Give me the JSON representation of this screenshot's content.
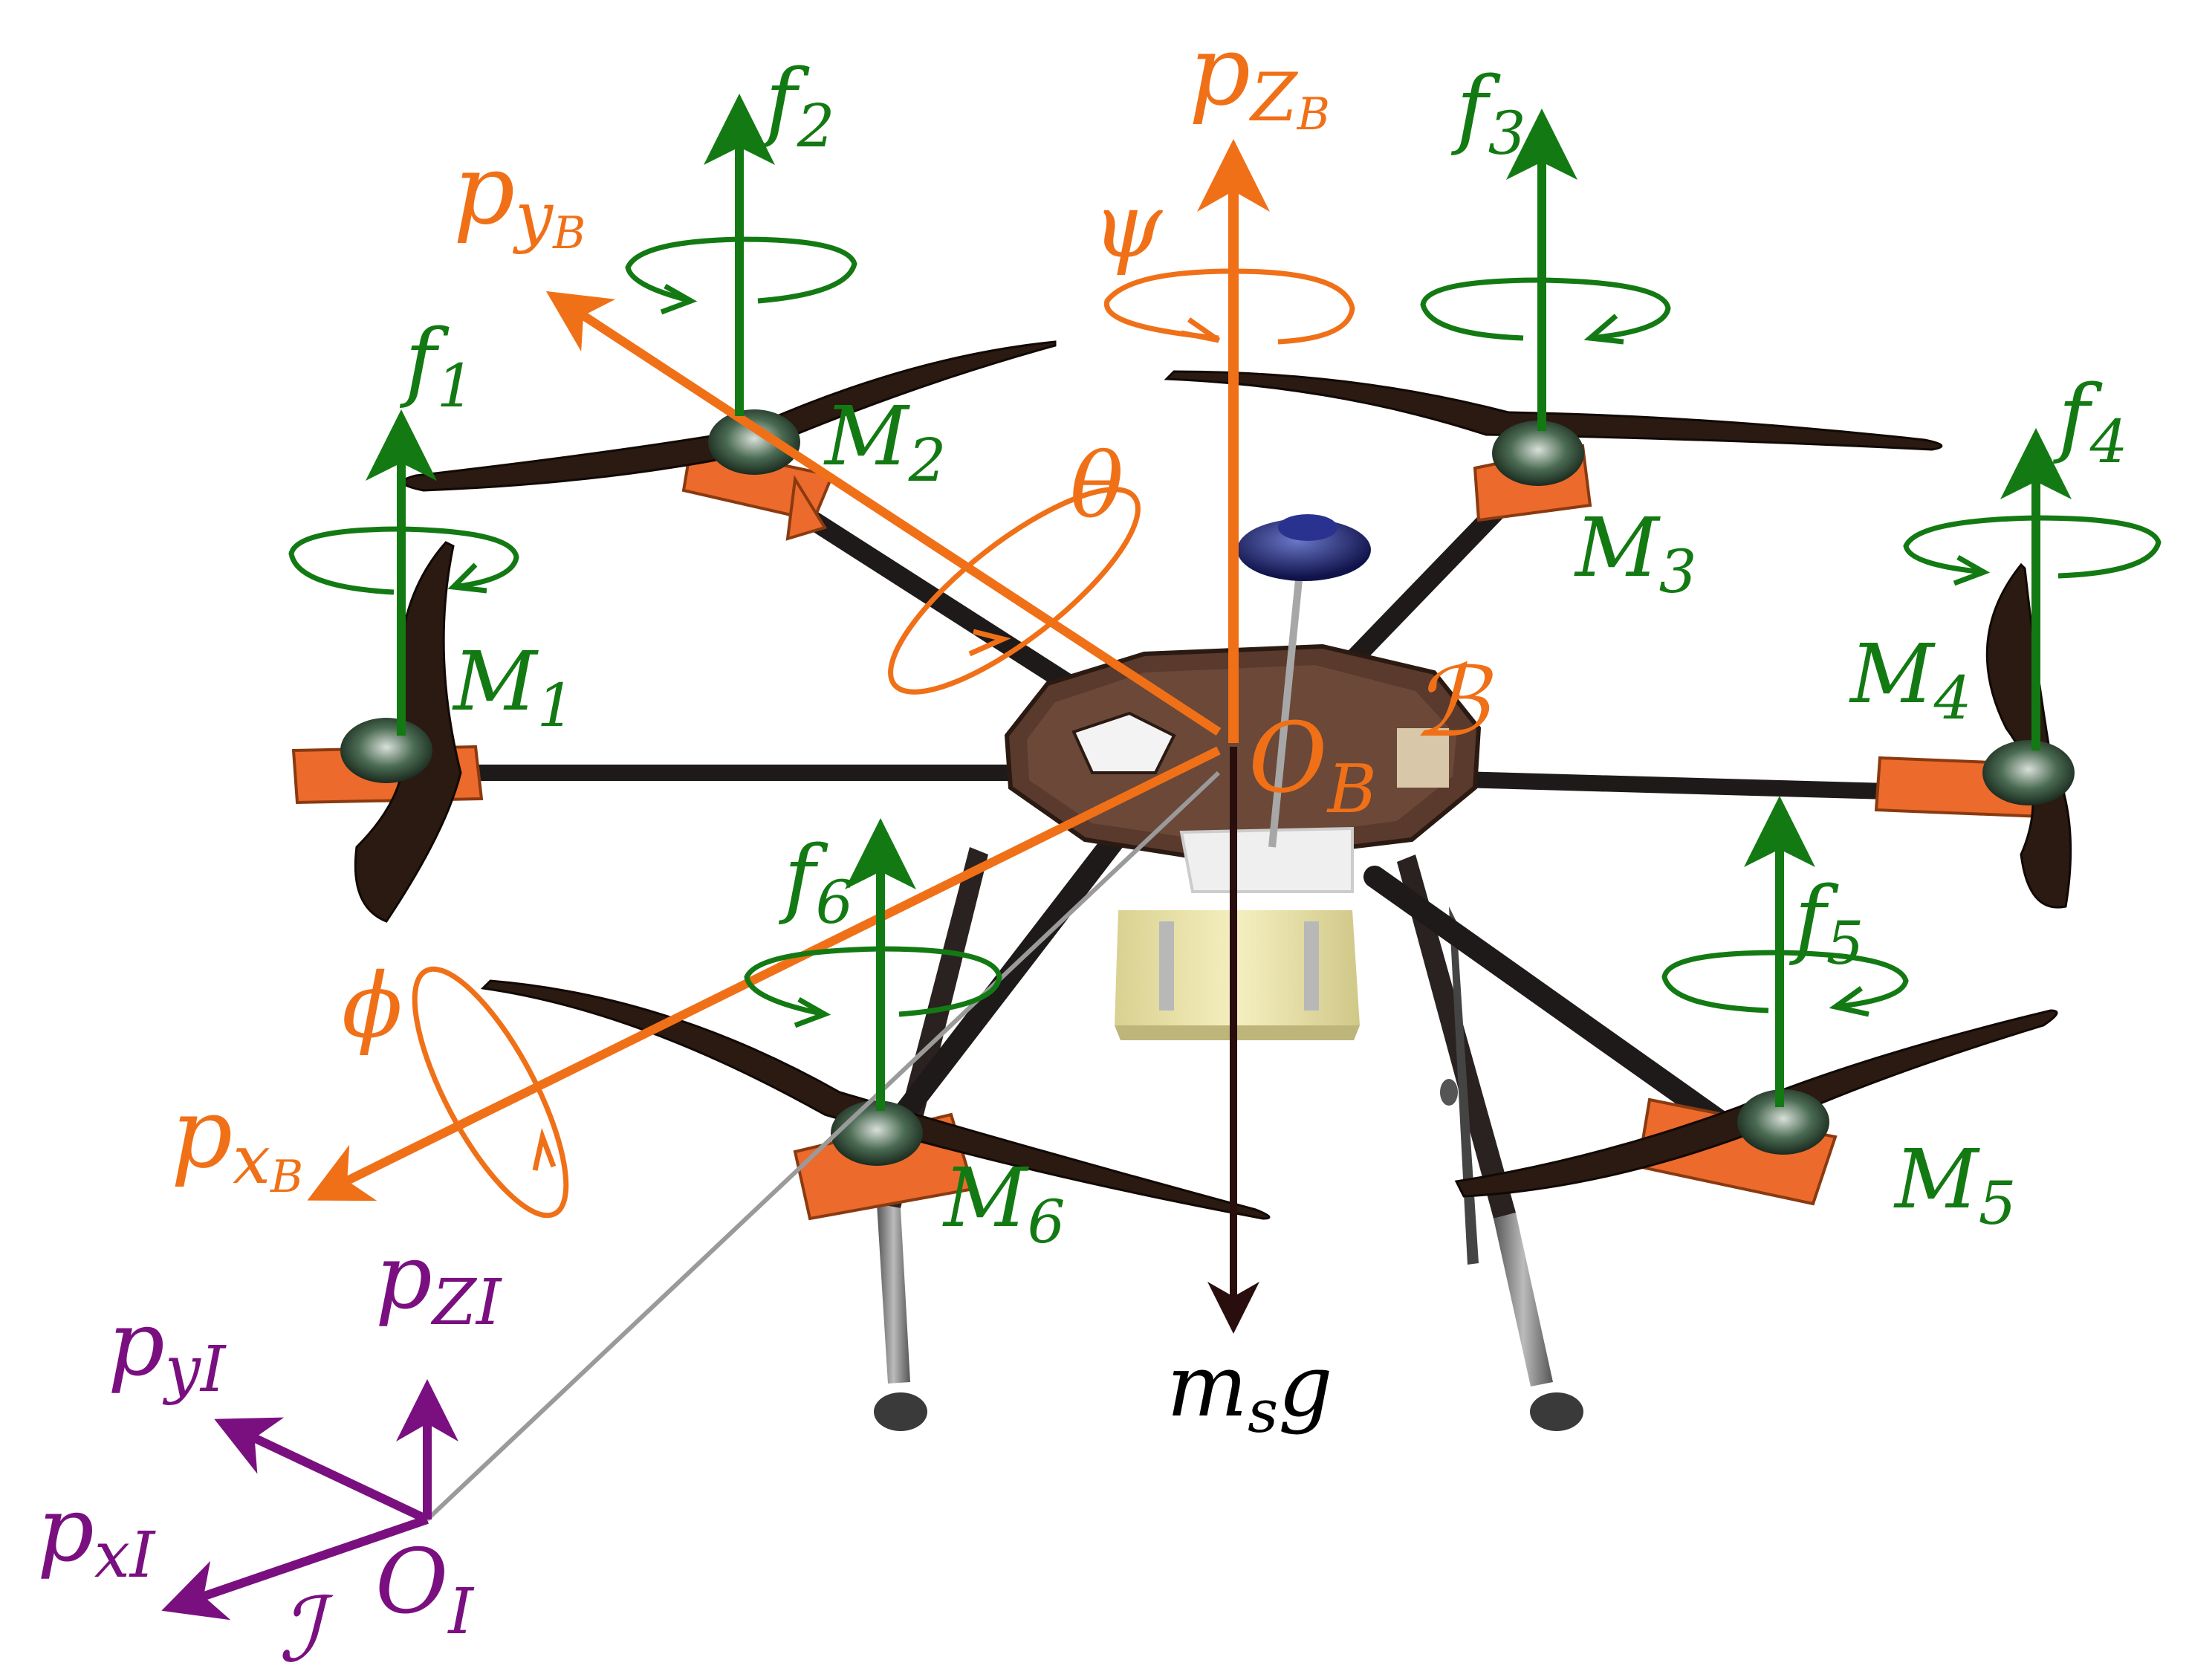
{
  "colors": {
    "thrust": "#137a13",
    "body_frame": "#f07018",
    "inertial_frame": "#7a1080",
    "gravity": "#2a0e0e",
    "arm": "#1e1a1a",
    "motor_mount": "#ec6a2c",
    "propeller": "#2b1a12",
    "payload": "#efe7a8"
  },
  "motors": [
    {
      "id": "1",
      "label": "M",
      "sub": "1",
      "force": "f",
      "force_sub": "1"
    },
    {
      "id": "2",
      "label": "M",
      "sub": "2",
      "force": "f",
      "force_sub": "2"
    },
    {
      "id": "3",
      "label": "M",
      "sub": "3",
      "force": "f",
      "force_sub": "3"
    },
    {
      "id": "4",
      "label": "M",
      "sub": "4",
      "force": "f",
      "force_sub": "4"
    },
    {
      "id": "5",
      "label": "M",
      "sub": "5",
      "force": "f",
      "force_sub": "5"
    },
    {
      "id": "6",
      "label": "M",
      "sub": "6",
      "force": "f",
      "force_sub": "6"
    }
  ],
  "body_frame": {
    "x_axis": {
      "main": "p",
      "sub": "x",
      "subsub": "B"
    },
    "y_axis": {
      "main": "p",
      "sub": "y",
      "subsub": "B"
    },
    "z_axis": {
      "main": "p",
      "sub": "Z",
      "subsub": "B"
    },
    "roll": "ϕ",
    "pitch": "θ",
    "yaw": "ψ",
    "origin": {
      "main": "O",
      "sub": "B"
    },
    "frame_name": "ℬ"
  },
  "inertial_frame": {
    "x_axis": {
      "main": "p",
      "sub": "xI"
    },
    "y_axis": {
      "main": "p",
      "sub": "yI"
    },
    "z_axis": {
      "main": "p",
      "sub": "ZI"
    },
    "origin": {
      "main": "O",
      "sub": "I"
    },
    "frame_name": "ℐ"
  },
  "gravity": {
    "main": "m",
    "sub": "s",
    "tail": "g"
  }
}
